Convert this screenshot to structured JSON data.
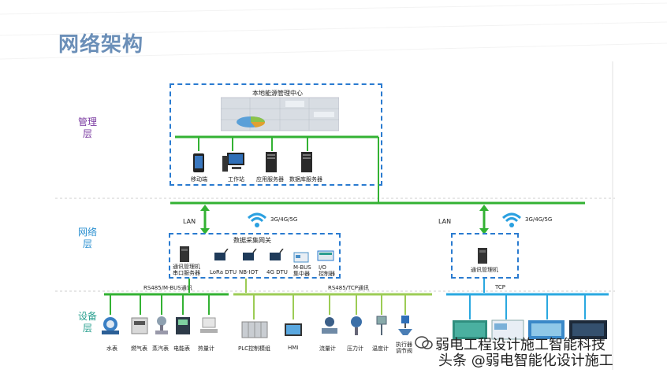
{
  "title": "网络架构",
  "layers": {
    "management": "管理层",
    "network": "网络层",
    "device": "设备层"
  },
  "management_center": {
    "label": "本地能源管理中心",
    "terminals": [
      "移动端",
      "工作站",
      "应用服务器",
      "数据库服务器"
    ]
  },
  "network": {
    "lan_left": "LAN",
    "lan_right": "LAN",
    "wireless_left": "3G/4G/5G",
    "wireless_right": "3G/4G/5G",
    "gateway_title": "数据采集网关",
    "gateway_devices": [
      [
        "通讯管理机",
        "串口服务器"
      ],
      [
        "LoRa DTU"
      ],
      [
        "NB-IOT"
      ],
      [
        "4G DTU"
      ],
      [
        "M-BUS",
        "集中器"
      ],
      [
        "I/O",
        "控制器"
      ]
    ],
    "right_device": "通讯管理机"
  },
  "buses": {
    "left": "RS485/M-BUS通讯",
    "middle": "RS485/TCP通讯",
    "right": "TCP"
  },
  "devices_left": [
    "水表",
    "燃气表",
    "蒸汽表",
    "电能表",
    "热量计"
  ],
  "devices_middle": [
    "PLC控制模组",
    "HMI",
    "流量计",
    "压力计",
    "温度计",
    [
      "执行器",
      "调节阀"
    ]
  ],
  "watermark": {
    "line1": "弱电工程设计施工智能科技",
    "line2": "头条 @弱电智能化设计施工"
  },
  "colors": {
    "title": "#6b8fb8",
    "management_layer": "#7a3aa0",
    "network_layer": "#2a8fd0",
    "device_layer": "#2aa090",
    "dashed_box": "#2a7bd0",
    "green_bus": "#33b233",
    "light_green_bus": "#9ccc55",
    "blue_bus": "#2aa8e0"
  }
}
